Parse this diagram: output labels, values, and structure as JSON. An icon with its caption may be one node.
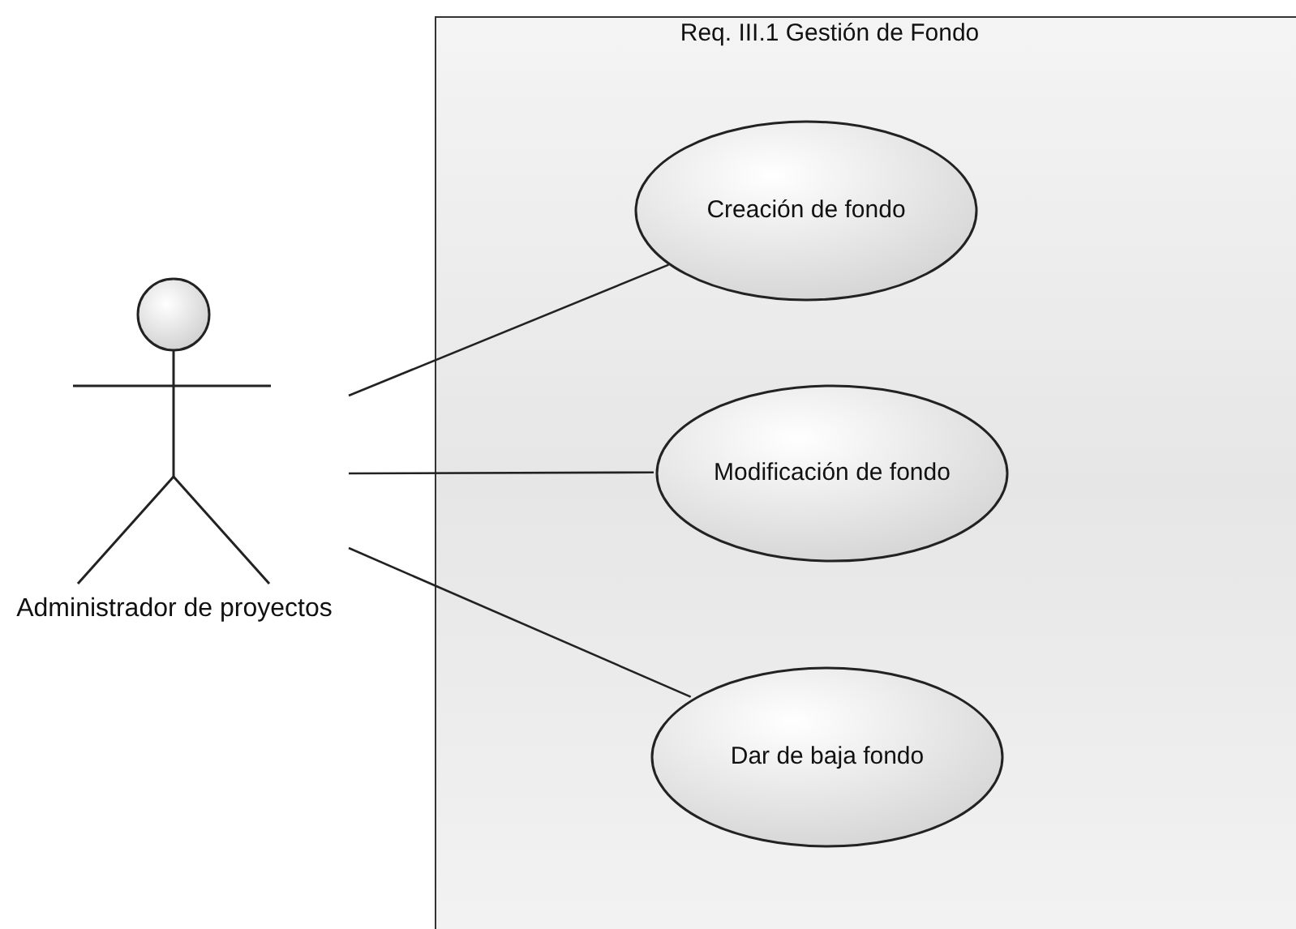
{
  "diagram": {
    "nodes": [
      {
        "text": [
          "Req. III.1 Gestión de Fondo"
        ]
      },
      {
        "text": [
          "Administrador de proyectos"
        ]
      },
      {
        "text": [
          "Creación de fondo"
        ],
        "in": 0
      },
      {
        "text": [
          "Modificación de fondo"
        ],
        "in": 0
      },
      {
        "text": [
          "Dar de baja fondo"
        ],
        "in": 0
      }
    ],
    "edges": [
      {
        "from": 1,
        "to": 2,
        "arrow": "none"
      },
      {
        "from": 1,
        "to": 3,
        "arrow": "none"
      },
      {
        "from": 1,
        "to": 4,
        "arrow": "none"
      }
    ]
  }
}
